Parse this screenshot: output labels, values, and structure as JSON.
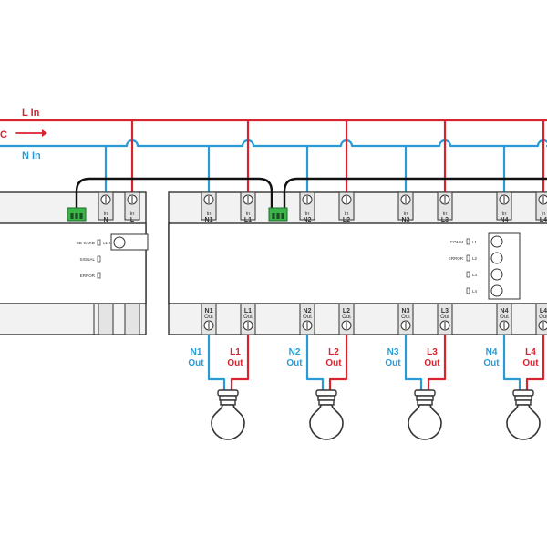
{
  "colors": {
    "live": "#d9242f",
    "neutral": "#2a9bd6",
    "bus": "#111111",
    "outline": "#333333",
    "body": "#f2f2f2",
    "connector": "#3bb54a"
  },
  "wires": {
    "live_label": "L In",
    "ac_label": "C",
    "neutral_label": "N In"
  },
  "left_module": {
    "terminals": [
      {
        "small": "In",
        "big": "N"
      },
      {
        "small": "In",
        "big": "L"
      }
    ],
    "indicators": [
      {
        "label": "SD CARD",
        "extra": "L1H"
      },
      {
        "label": "SIGNAL",
        "extra": ""
      },
      {
        "label": "ERROR",
        "extra": ""
      }
    ]
  },
  "right_module": {
    "inputs": [
      {
        "small": "In",
        "big": "N1"
      },
      {
        "small": "In",
        "big": "L1"
      },
      {
        "small": "In",
        "big": "N2"
      },
      {
        "small": "In",
        "big": "L2"
      },
      {
        "small": "In",
        "big": "N3"
      },
      {
        "small": "In",
        "big": "L3"
      },
      {
        "small": "In",
        "big": "N4"
      },
      {
        "small": "In",
        "big": "L4"
      }
    ],
    "outputs": [
      {
        "big": "N1",
        "small": "Out"
      },
      {
        "big": "L1",
        "small": "Out"
      },
      {
        "big": "N2",
        "small": "Out"
      },
      {
        "big": "L2",
        "small": "Out"
      },
      {
        "big": "N3",
        "small": "Out"
      },
      {
        "big": "L3",
        "small": "Out"
      },
      {
        "big": "N4",
        "small": "Out"
      },
      {
        "big": "L4",
        "small": "Out"
      }
    ],
    "status": [
      {
        "label": "COMM",
        "extra": "L1"
      },
      {
        "label": "ERROR",
        "extra": "L2"
      },
      {
        "label": "",
        "extra": "L3"
      },
      {
        "label": "",
        "extra": "L4"
      }
    ]
  },
  "outputs": [
    {
      "n": "N1",
      "l": "L1",
      "out": "Out"
    },
    {
      "n": "N2",
      "l": "L2",
      "out": "Out"
    },
    {
      "n": "N3",
      "l": "L3",
      "out": "Out"
    },
    {
      "n": "N4",
      "l": "L4",
      "out": "Out"
    }
  ]
}
